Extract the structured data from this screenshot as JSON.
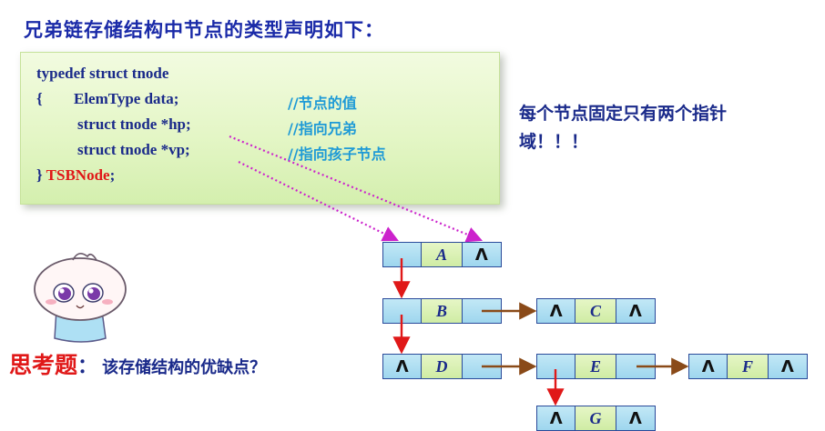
{
  "title": "兄弟链存储结构中节点的类型声明如下：",
  "code": {
    "line1": "typedef struct tnode",
    "line2_brace": "{",
    "line2_code": "ElemType data;",
    "line2_comment": "//节点的值",
    "line3_code": "struct tnode *hp;",
    "line3_comment": "//指向兄弟",
    "line4_code": "struct tnode *vp;",
    "line4_comment": "//指向孩子节点",
    "line5_brace": "}",
    "line5_name": "TSBNode",
    "line5_end": ";"
  },
  "side_note": "每个节点固定只有两个指针域！！！",
  "think": {
    "label": "思考题",
    "colon": "：",
    "question": "该存储结构的优缺点？"
  },
  "nodes": [
    {
      "id": "A",
      "vp": "",
      "data": "A",
      "hp": "Λ"
    },
    {
      "id": "B",
      "vp": "",
      "data": "B",
      "hp": ""
    },
    {
      "id": "C",
      "vp": "Λ",
      "data": "C",
      "hp": "Λ"
    },
    {
      "id": "D",
      "vp": "Λ",
      "data": "D",
      "hp": ""
    },
    {
      "id": "E",
      "vp": "",
      "data": "E",
      "hp": ""
    },
    {
      "id": "F",
      "vp": "Λ",
      "data": "F",
      "hp": "Λ"
    },
    {
      "id": "G",
      "vp": "Λ",
      "data": "G",
      "hp": "Λ"
    }
  ],
  "colors": {
    "title_text": "#1a2aa8",
    "accent_red": "#e01818",
    "comment_blue": "#1e9ad6",
    "dotted_arrow": "#cc22cc",
    "vertical_arrow": "#e01818",
    "horizontal_arrow": "#8a4a18"
  },
  "decoration": {
    "mascot_icon": "cartoon-kid-mascot"
  }
}
